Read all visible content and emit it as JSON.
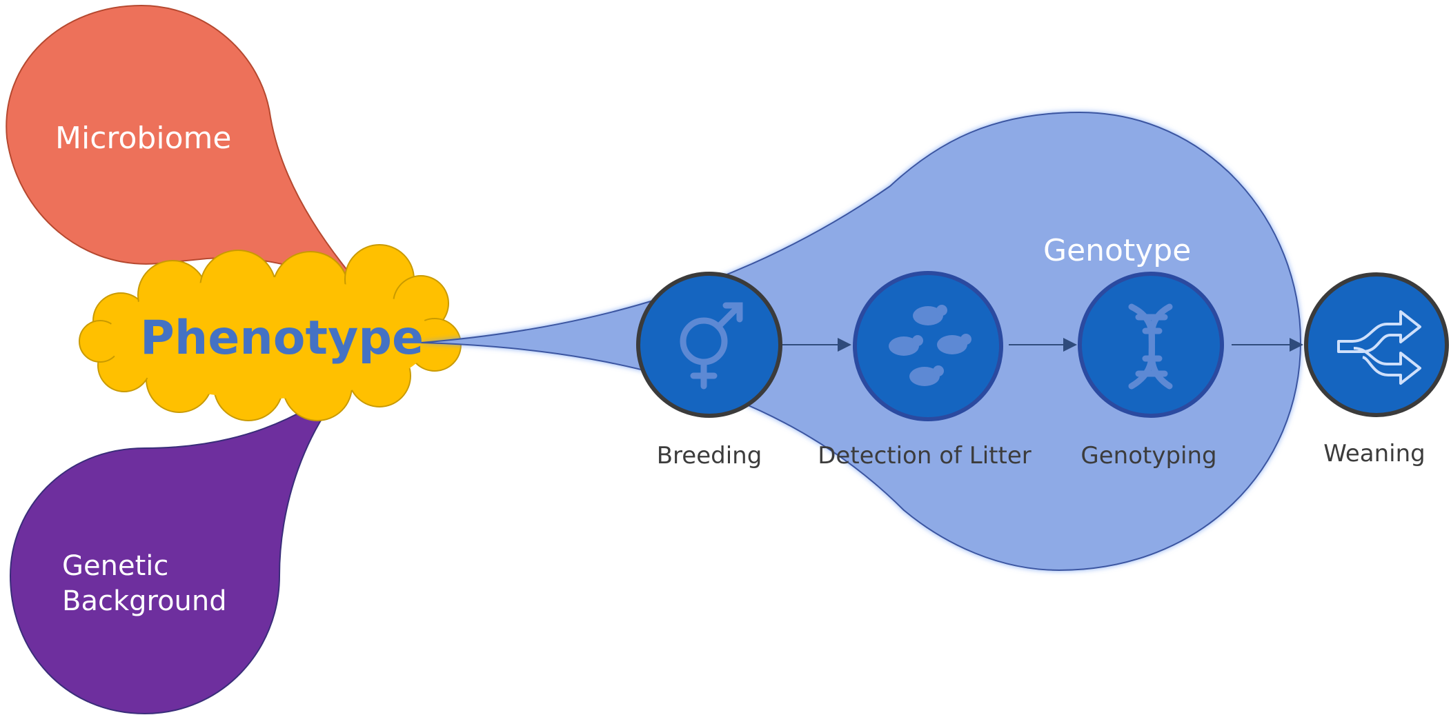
{
  "phenotype": {
    "label": "Phenotype"
  },
  "microbiome": {
    "label": "Microbiome"
  },
  "genetic_background": {
    "line1": "Genetic",
    "line2": "Background"
  },
  "genotype": {
    "label": "Genotype"
  },
  "steps": [
    {
      "label": "Breeding",
      "icon": "gender-symbol-icon"
    },
    {
      "label": "Detection of Litter",
      "icon": "mice-icon"
    },
    {
      "label": "Genotyping",
      "icon": "dna-icon"
    },
    {
      "label": "Weaning",
      "icon": "split-arrows-icon"
    }
  ],
  "colors": {
    "microbiome": "#ed715a",
    "genetic_background": "#6e2f9e",
    "phenotype_cloud": "#ffc000",
    "phenotype_text": "#4472c4",
    "genotype_bubble": "#8eaae6",
    "step_circle": "#1565c0",
    "step_ring": "#404040"
  }
}
